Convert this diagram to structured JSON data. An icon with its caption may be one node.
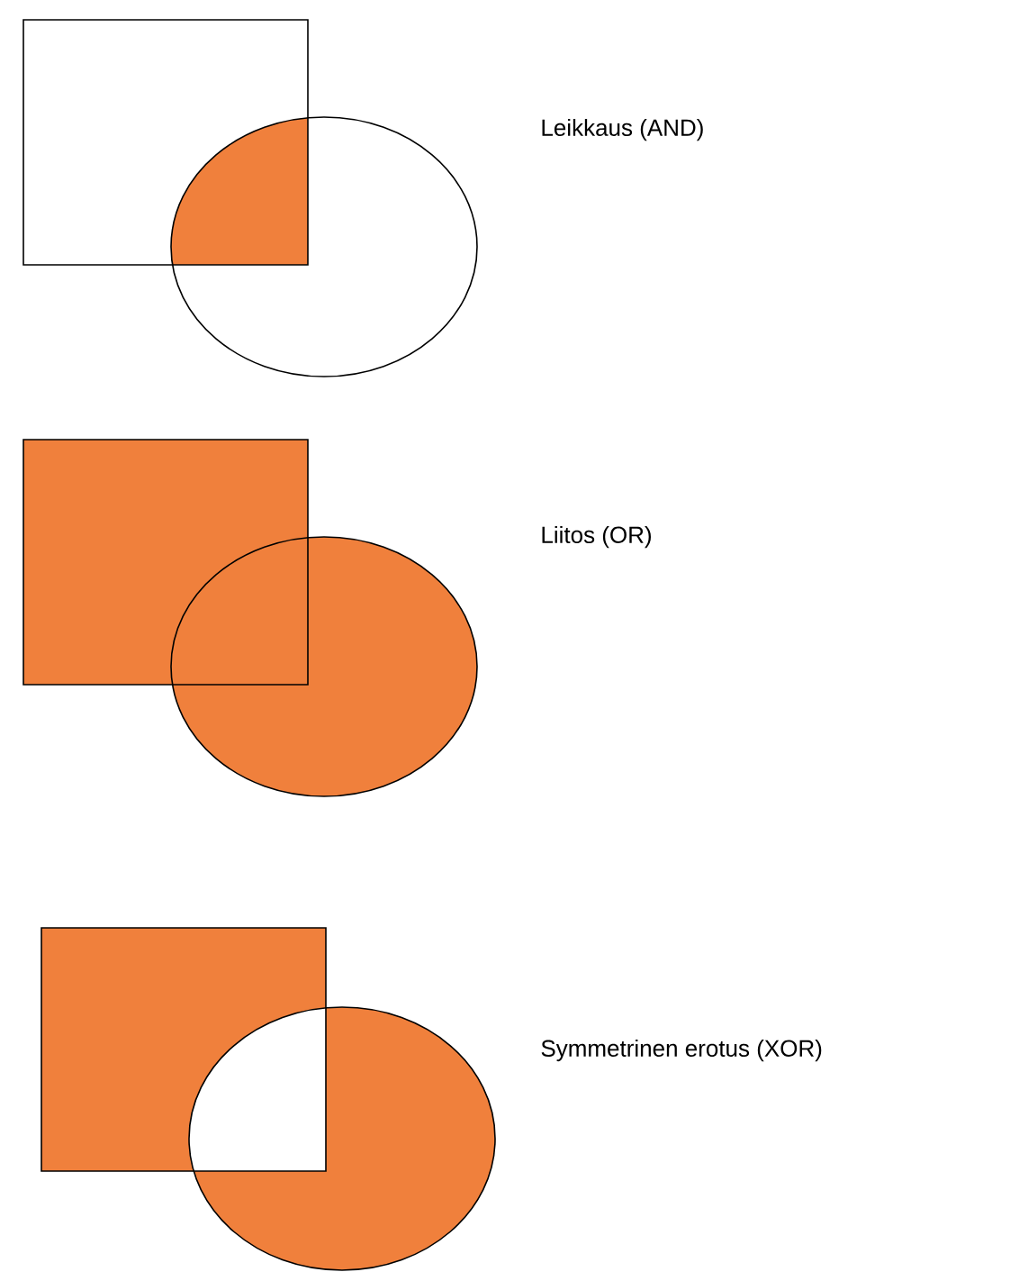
{
  "diagram": {
    "labels": [
      "Leikkaus (AND)",
      "Liitos (OR)",
      "Symmetrinen erotus (XOR)"
    ]
  }
}
